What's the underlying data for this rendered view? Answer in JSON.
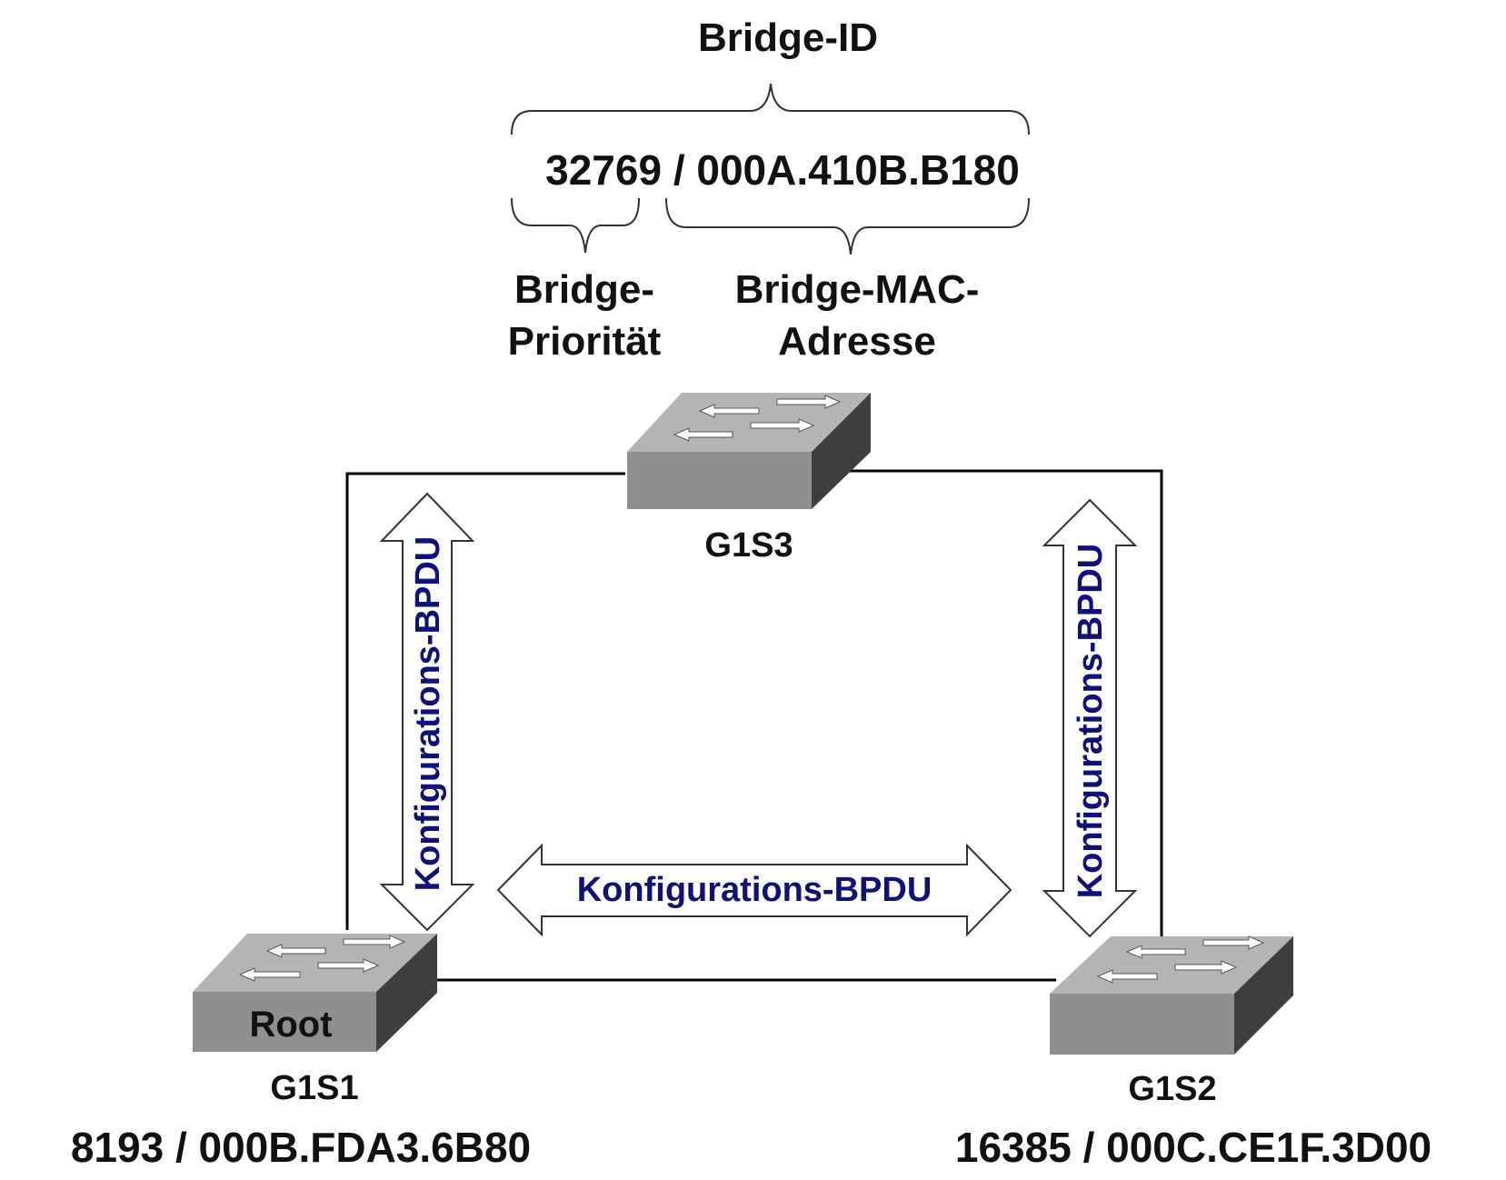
{
  "header": {
    "title": "Bridge-ID",
    "example_id": "32769 / 000A.410B.B180",
    "priority_label_line1": "Bridge-",
    "priority_label_line2": "Priorität",
    "mac_label_line1": "Bridge-MAC-",
    "mac_label_line2": "Adresse"
  },
  "switches": [
    {
      "key": "g1s3",
      "name": "G1S3",
      "badge": "",
      "bridge_id": ""
    },
    {
      "key": "g1s1",
      "name": "G1S1",
      "badge": "Root",
      "bridge_id": "8193 / 000B.FDA3.6B80"
    },
    {
      "key": "g1s2",
      "name": "G1S2",
      "badge": "",
      "bridge_id": "16385 / 000C.CE1F.3D00"
    }
  ],
  "bpdu": {
    "left_label": "Konfigurations-BPDU",
    "bottom_label": "Konfigurations-BPDU",
    "right_label": "Konfigurations-BPDU"
  },
  "colors": {
    "bpdu_text": "#10107a",
    "switch_top": "#b4b4b4",
    "switch_front": "#8f8f8f",
    "switch_side": "#3e3e3e",
    "link": "#000000"
  },
  "icons": {
    "switch": "switch-icon",
    "bpdu_arrow": "double-arrow-icon",
    "brace": "curly-brace-icon"
  }
}
